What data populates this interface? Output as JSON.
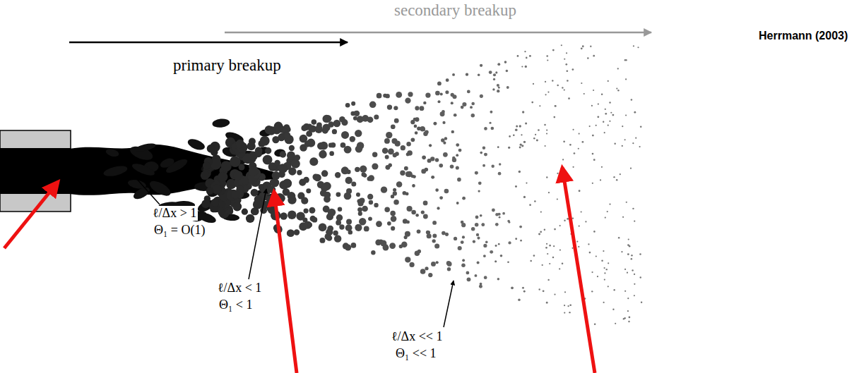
{
  "diagram": {
    "labels": [
      "secondary breakup",
      "primary breakup",
      "Herrmann (2003)",
      "ℓ/Δx > 1",
      "Θ₁ = O(1)",
      "ℓ/Δx < 1",
      "Θ₁ < 1",
      "ℓ/Δx << 1",
      "Θ₁ << 1"
    ]
  }
}
